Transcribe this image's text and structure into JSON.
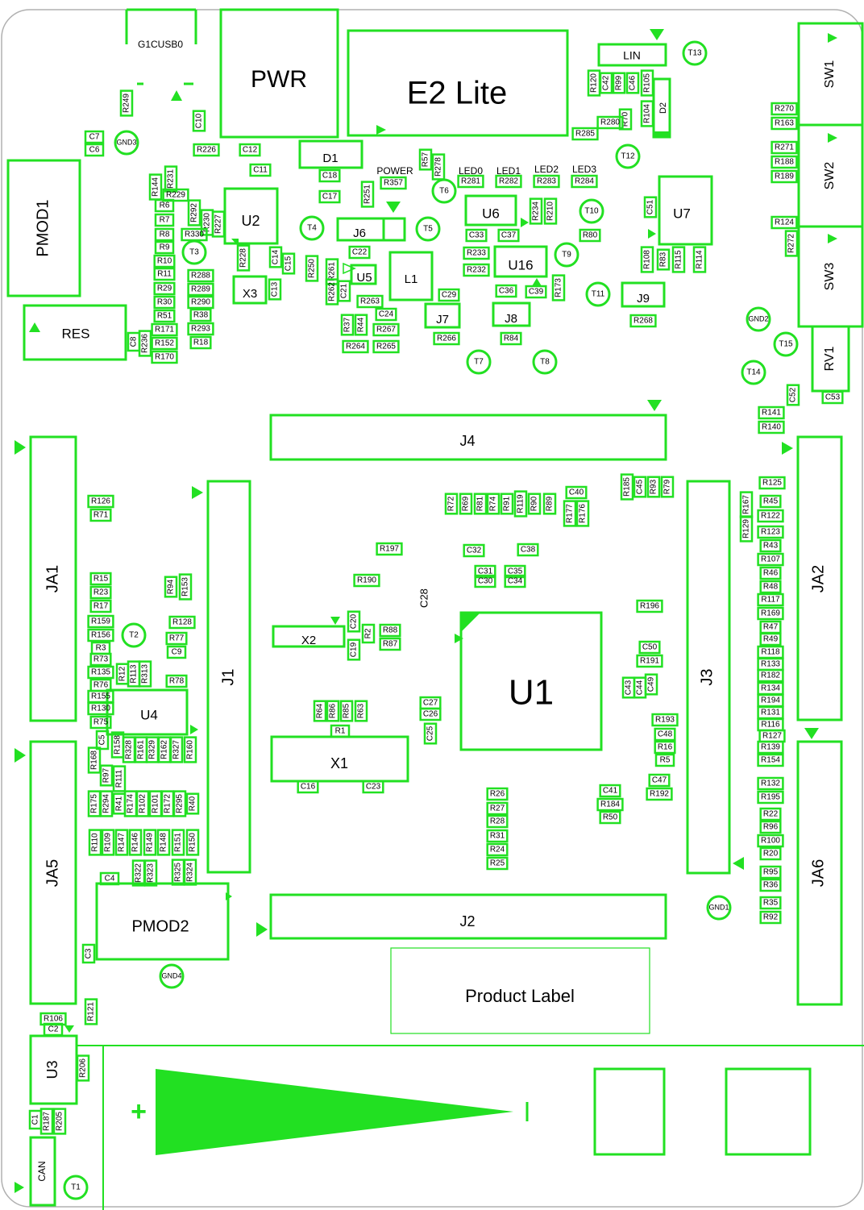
{
  "colors": {
    "silk": "#22e022",
    "outline": "#b0b0b0",
    "background": "#ffffff"
  },
  "labels": {
    "usb": "G1CUSB0",
    "pwr": "PWR",
    "e2lite": "E2 Lite",
    "lin": "LIN",
    "pmod1": "PMOD1",
    "pmod2": "PMOD2",
    "res": "RES",
    "ja1": "JA1",
    "ja2": "JA2",
    "ja5": "JA5",
    "ja6": "JA6",
    "j1": "J1",
    "j2": "J2",
    "j3": "J3",
    "j4": "J4",
    "j6": "J6",
    "j7": "J7",
    "j8": "J8",
    "j9": "J9",
    "u1": "U1",
    "u2": "U2",
    "u3": "U3",
    "u4": "U4",
    "u5": "U5",
    "u6": "U6",
    "u7": "U7",
    "u16": "U16",
    "x1": "X1",
    "x2": "X2",
    "x3": "X3",
    "d1": "D1",
    "d2": "D2",
    "l1": "L1",
    "sw1": "SW1",
    "sw2": "SW2",
    "sw3": "SW3",
    "rv1": "RV1",
    "can": "CAN",
    "power": "POWER",
    "led0": "LED0",
    "led1": "LED1",
    "led2": "LED2",
    "led3": "LED3",
    "product_label": "Product Label",
    "plus": "+",
    "minus": "|",
    "c28": "C28"
  },
  "testpoints": {
    "t1": "T1",
    "t2": "T2",
    "t3": "T3",
    "t4": "T4",
    "t5": "T5",
    "t6": "T6",
    "t7": "T7",
    "t8": "T8",
    "t9": "T9",
    "t10": "T10",
    "t11": "T11",
    "t12": "T12",
    "t13": "T13",
    "t14": "T14",
    "t15": "T15",
    "gnd1": "GND1",
    "gnd2": "GND2",
    "gnd3": "GND3",
    "gnd4": "GND4"
  },
  "parts": [
    "C7",
    "C6",
    "R249",
    "C10",
    "R226",
    "C12",
    "C11",
    "C18",
    "C17",
    "R251",
    "R357",
    "R57",
    "R278",
    "R281",
    "R282",
    "R283",
    "R284",
    "R120",
    "C42",
    "R99",
    "C46",
    "R105",
    "R70",
    "R104",
    "R280",
    "R285",
    "R144",
    "R231",
    "R229",
    "R6",
    "R7",
    "R8",
    "R9",
    "R10",
    "R11",
    "R29",
    "R30",
    "R51",
    "R171",
    "R152",
    "R170",
    "R292",
    "R230",
    "R227",
    "R330",
    "R288",
    "R289",
    "R290",
    "R38",
    "R293",
    "R18",
    "R228",
    "C14",
    "C15",
    "R250",
    "C13",
    "R261",
    "R262",
    "C21",
    "C22",
    "R263",
    "C24",
    "R37",
    "R44",
    "R267",
    "R264",
    "R265",
    "C29",
    "R266",
    "C33",
    "C37",
    "R234",
    "R210",
    "R233",
    "R232",
    "C36",
    "C39",
    "R173",
    "R80",
    "C51",
    "R108",
    "R83",
    "R115",
    "R114",
    "R84",
    "R268",
    "R270",
    "R163",
    "R271",
    "R188",
    "R189",
    "R124",
    "R272",
    "C52",
    "C53",
    "R141",
    "R140",
    "C8",
    "R236",
    "R126",
    "R71",
    "R15",
    "R23",
    "R17",
    "R159",
    "R156",
    "R3",
    "R73",
    "R135",
    "R76",
    "R155",
    "R130",
    "R75",
    "R94",
    "R153",
    "R128",
    "R77",
    "C9",
    "R12",
    "R113",
    "R313",
    "R78",
    "C5",
    "R158",
    "R328",
    "R161",
    "R329",
    "R162",
    "R327",
    "R160",
    "R168",
    "R97",
    "R111",
    "R175",
    "R294",
    "R41",
    "R174",
    "R102",
    "R101",
    "R172",
    "R295",
    "R40",
    "R110",
    "R109",
    "R147",
    "R146",
    "R149",
    "R148",
    "R151",
    "R150",
    "C4",
    "R322",
    "R323",
    "R325",
    "R324",
    "C3",
    "R106",
    "C2",
    "R121",
    "R206",
    "C1",
    "R187",
    "R205",
    "R72",
    "R69",
    "R81",
    "R74",
    "R91",
    "R119",
    "R90",
    "R89",
    "C40",
    "R177",
    "R176",
    "R185",
    "C45",
    "R93",
    "R79",
    "R197",
    "C32",
    "C38",
    "C31",
    "C30",
    "C35",
    "C34",
    "R190",
    "C20",
    "R2",
    "R88",
    "R87",
    "C19",
    "R196",
    "C50",
    "R191",
    "C43",
    "C44",
    "C49",
    "R64",
    "R86",
    "R85",
    "R63",
    "R1",
    "C16",
    "C23",
    "C27",
    "C26",
    "C25",
    "R193",
    "C48",
    "R16",
    "R5",
    "C47",
    "R192",
    "C41",
    "R184",
    "R50",
    "R26",
    "R27",
    "R28",
    "R31",
    "R24",
    "R25",
    "R125",
    "R167",
    "R45",
    "R129",
    "R122",
    "R123",
    "R43",
    "R107",
    "R46",
    "R48",
    "R117",
    "R169",
    "R47",
    "R49",
    "R118",
    "R133",
    "R182",
    "R134",
    "R194",
    "R131",
    "R116",
    "R127",
    "R139",
    "R154",
    "R132",
    "R195",
    "R22",
    "R96",
    "R100",
    "R20",
    "R95",
    "R36",
    "R35",
    "R92"
  ]
}
